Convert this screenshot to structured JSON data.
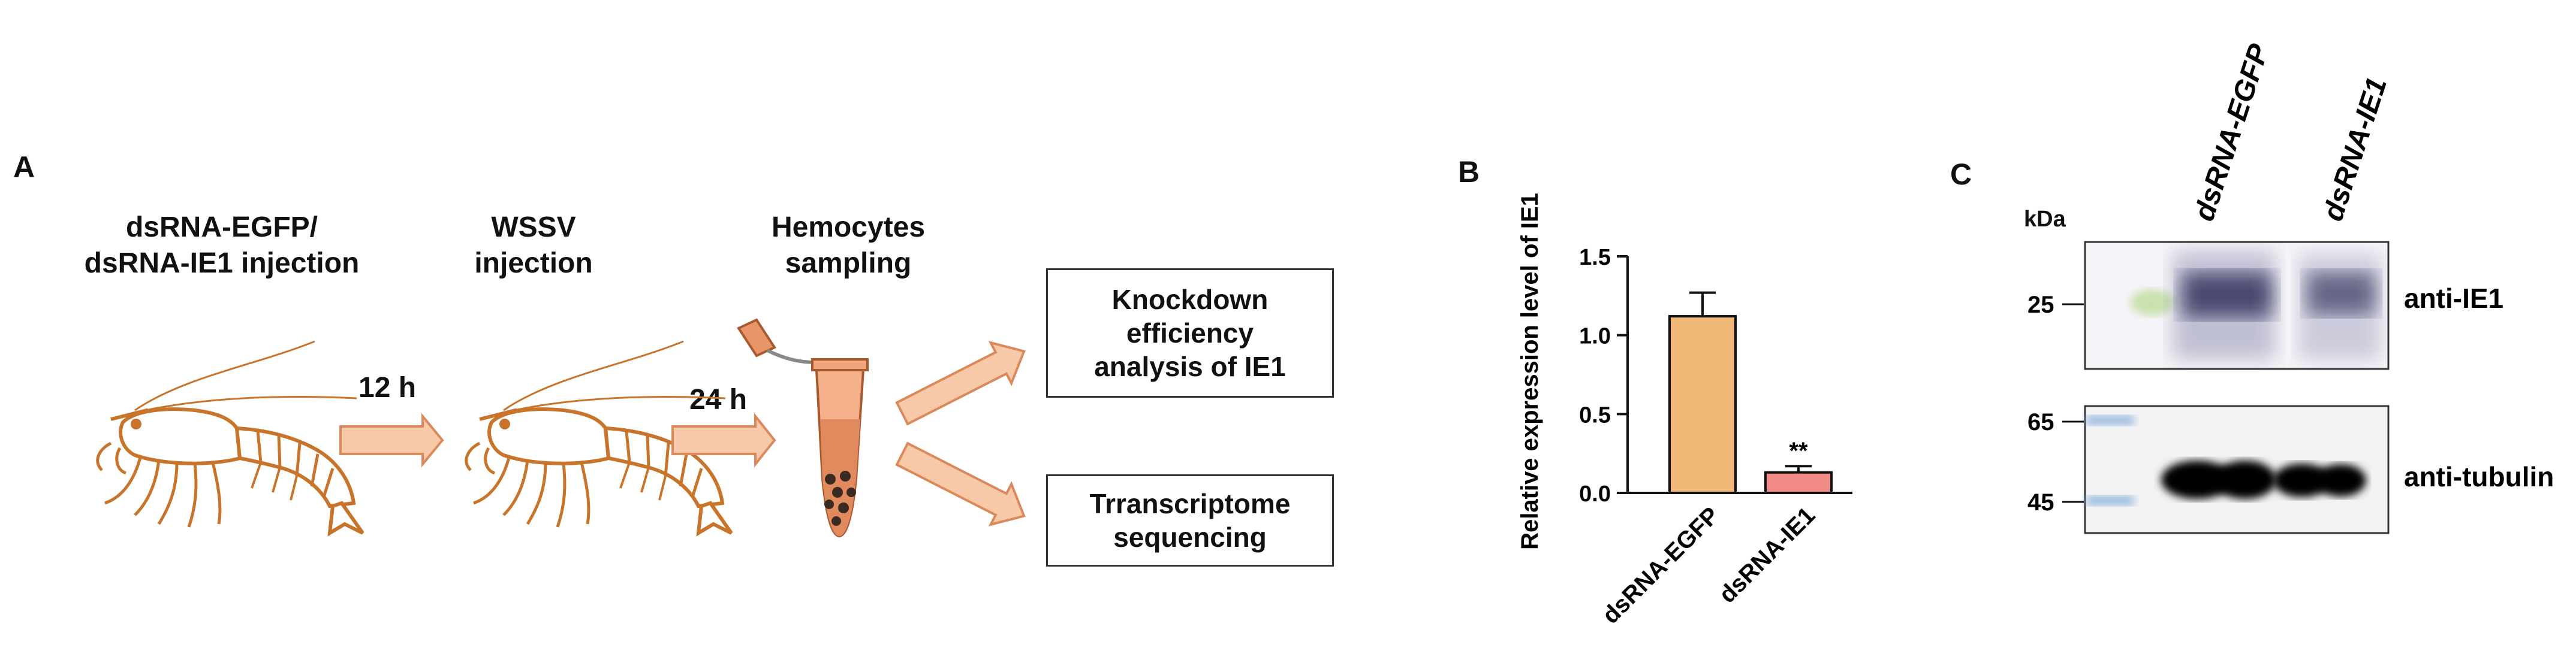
{
  "panels": {
    "a": "A",
    "b": "B",
    "c": "C"
  },
  "workflow": {
    "step1": "dsRNA-EGFP/\ndsRNA-IE1 injection",
    "step2": "WSSV\ninjection",
    "step3": "Hemocytes\nsampling",
    "time1": "12 h",
    "time2": "24 h",
    "output1": "Knockdown\nefficiency\nanalysis of IE1",
    "output2": "Trranscriptome\nsequencing"
  },
  "chart_data": {
    "type": "bar",
    "categories": [
      "dsRNA-EGFP",
      "dsRNA-IE1"
    ],
    "values": [
      1.12,
      0.13
    ],
    "errors": [
      0.15,
      0.04
    ],
    "annotations": [
      "",
      "**"
    ],
    "ylabel": "Relative  expression level of IE1",
    "ylim": [
      0,
      1.5
    ],
    "yticks": [
      "0.0",
      "0.5",
      "1.0",
      "1.5"
    ],
    "colors": [
      "#F2B877",
      "#F08A86"
    ]
  },
  "blot": {
    "unit": "kDa",
    "lanes": [
      "dsRNA-EGFP",
      "dsRNA-IE1"
    ],
    "top_marker": "25",
    "bottom_markers": [
      "65",
      "45"
    ],
    "top_label": "anti-IE1",
    "bottom_label": "anti-tubulin"
  },
  "colors": {
    "shrimp": "#C8742A",
    "arrow_fill": "#F7C9A9",
    "arrow_stroke": "#D9895A",
    "tube": "#E8956A"
  }
}
